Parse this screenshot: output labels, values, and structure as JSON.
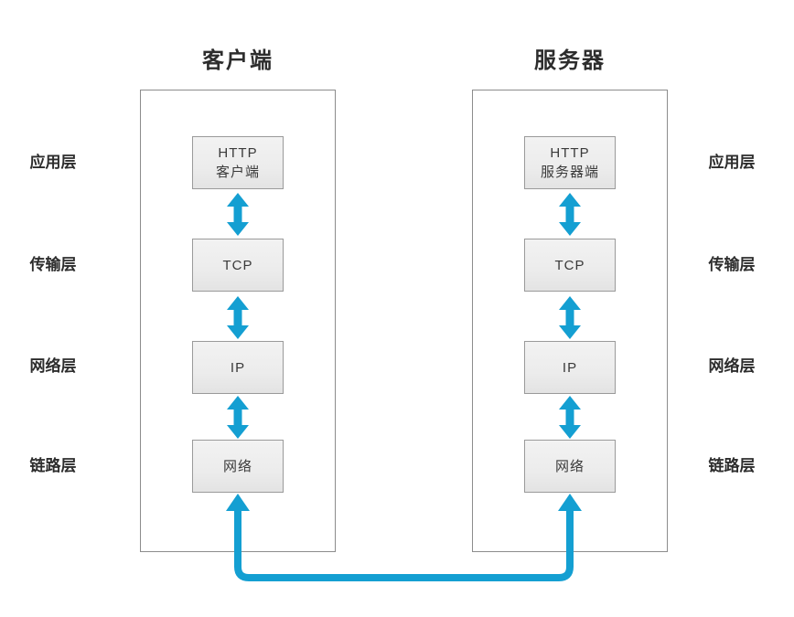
{
  "titles": {
    "client": "客户端",
    "server": "服务器"
  },
  "layer_labels": {
    "left": [
      "应用层",
      "传输层",
      "网络层",
      "链路层"
    ],
    "right": [
      "应用层",
      "传输层",
      "网络层",
      "链路层"
    ]
  },
  "client_stack": {
    "boxes": [
      {
        "label": "HTTP\n客户端"
      },
      {
        "label": "TCP"
      },
      {
        "label": "IP"
      },
      {
        "label": "网络"
      }
    ]
  },
  "server_stack": {
    "boxes": [
      {
        "label": "HTTP\n服务器端"
      },
      {
        "label": "TCP"
      },
      {
        "label": "IP"
      },
      {
        "label": "网络"
      }
    ]
  },
  "colors": {
    "arrow": "#149fd2",
    "box_border": "#9a9a9a",
    "container_border": "#8c8c8c",
    "text": "#3a3a3a"
  }
}
